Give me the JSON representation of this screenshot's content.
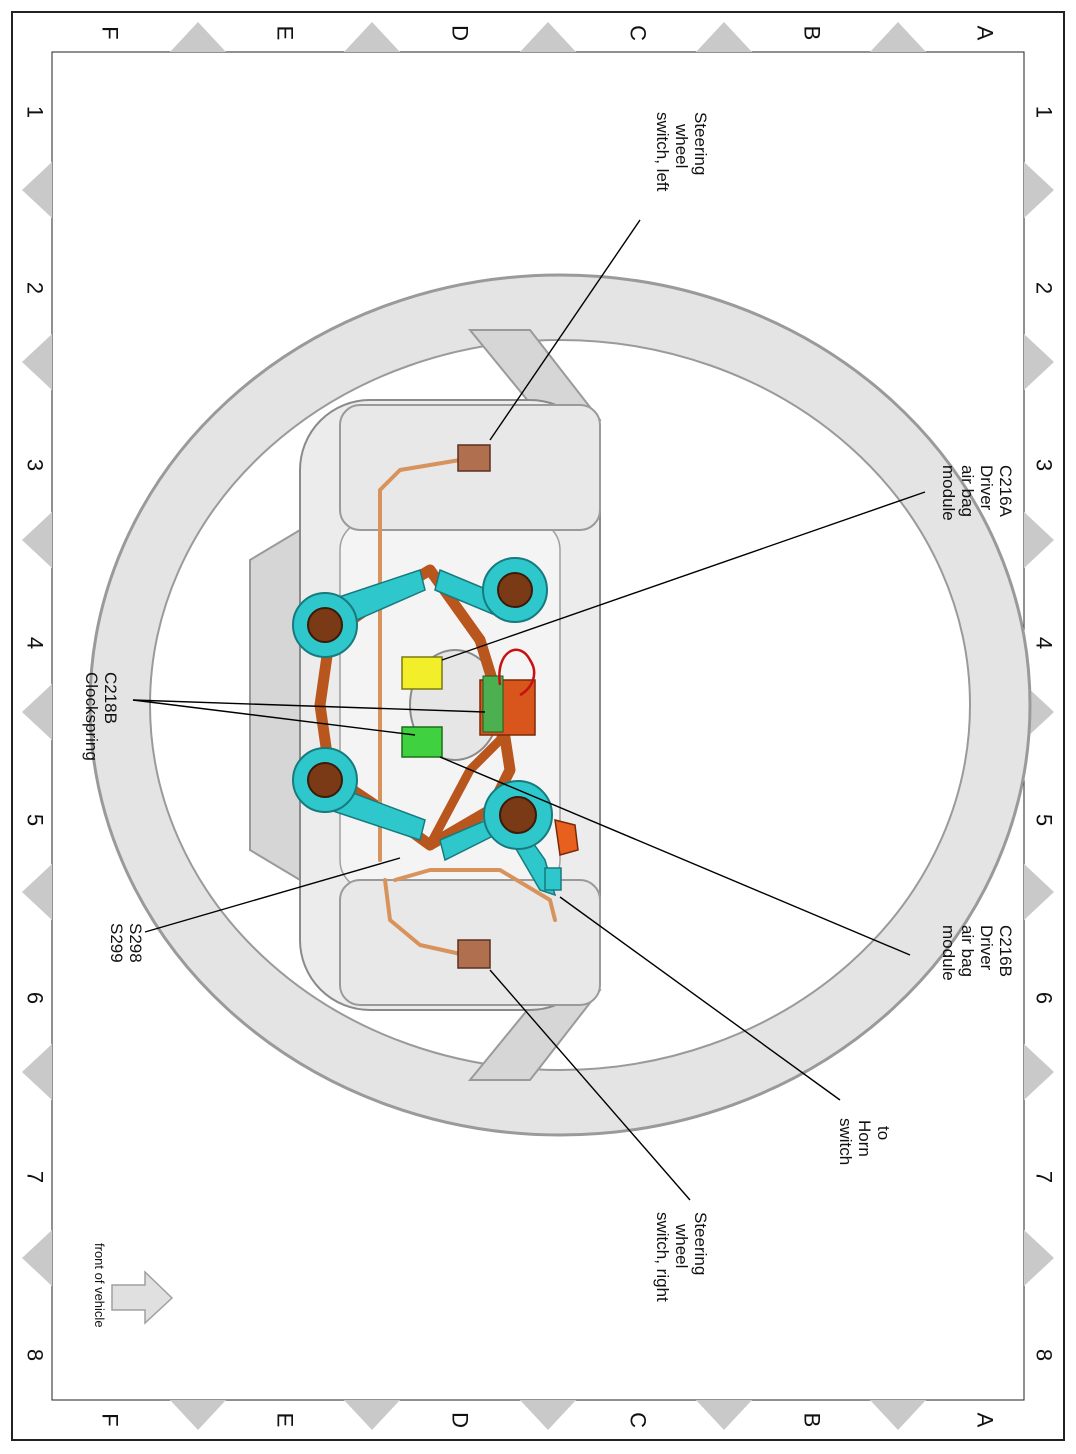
{
  "grid": {
    "columns": [
      "1",
      "2",
      "3",
      "4",
      "5",
      "6",
      "7",
      "8"
    ],
    "rows": [
      "A",
      "B",
      "C",
      "D",
      "E",
      "F"
    ]
  },
  "labels": {
    "sw_left": [
      "Steering",
      "wheel",
      "switch, left"
    ],
    "c216a": [
      "C216A",
      "Driver",
      "air bag",
      "module"
    ],
    "c218b": [
      "C218B",
      "Clockspring"
    ],
    "c216b": [
      "C216B",
      "Driver",
      "air bag",
      "module"
    ],
    "s298": [
      "S298",
      "S299"
    ],
    "horn": [
      "to",
      "Horn",
      "switch"
    ],
    "sw_right": [
      "Steering",
      "wheel",
      "switch, right"
    ],
    "front": "front of vehicle"
  },
  "colors": {
    "wheel": "#e4e4e4",
    "wheel_edge": "#9a9a9a",
    "harness": "#b8561e",
    "bracket": "#2ec8cc",
    "c216a": "#f2ee2a",
    "c216b": "#3fd13f",
    "clockspring": "#d8551c"
  }
}
